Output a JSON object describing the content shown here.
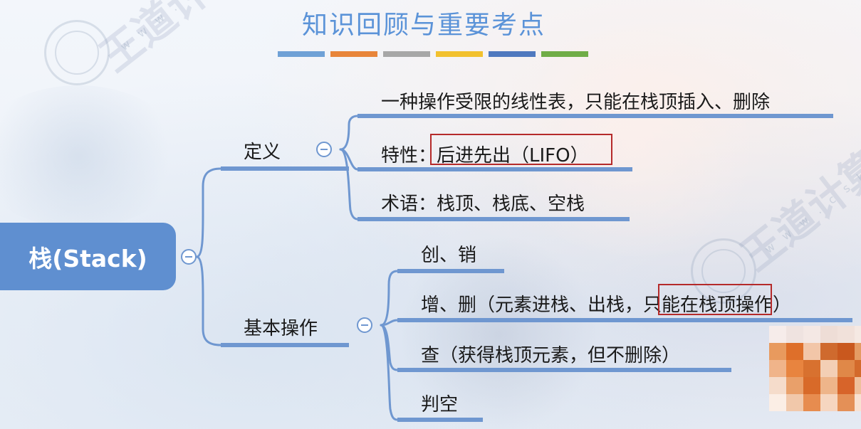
{
  "title": "知识回顾与重要考点",
  "color_bar_colors": [
    "#6fa1d6",
    "#e8853a",
    "#a7a7a7",
    "#f2c12e",
    "#4f79bf",
    "#70ad47"
  ],
  "line_color": "#6f97d0",
  "highlight_color": "#b52a2a",
  "root": {
    "label": "栈(Stack)"
  },
  "branches": [
    {
      "label": "定义",
      "children": [
        {
          "label": "一种操作受限的线性表，只能在栈顶插入、删除"
        },
        {
          "prefix": "特性：",
          "highlight": "后进先出（LIFO）",
          "suffix": ""
        },
        {
          "label": "术语：栈顶、栈底、空栈"
        }
      ]
    },
    {
      "label": "基本操作",
      "children": [
        {
          "label": "创、销"
        },
        {
          "prefix": "增、删（元素进栈、出栈，",
          "highlight": "只能在栈顶",
          "suffix": "操作）"
        },
        {
          "label": "查（获得栈顶元素，但不删除）"
        },
        {
          "label": "判空"
        }
      ]
    }
  ],
  "watermark": {
    "brand": "王道计算机",
    "url": "w w w . c s k a o y a n"
  }
}
